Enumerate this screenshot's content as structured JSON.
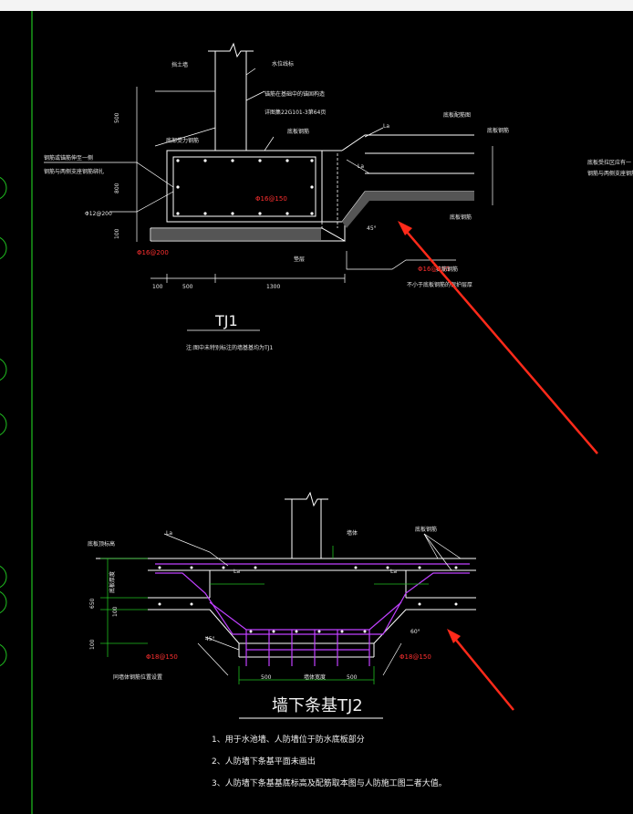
{
  "tj1": {
    "label_top_wall": "挡土墙",
    "label_water_level": "水位线标",
    "label_anchor_note": "锚筋在基础中的锚固构造",
    "label_atlas": "详图集22G101-3第64页",
    "label_side_bar": "底板钢筋",
    "label_bottom_left": "底部受力钢筋",
    "label_left_note_1": "钢筋或锚筋伸至一侧",
    "label_left_note_2": "钢筋与两侧支座钢筋绑扎",
    "label_sheet": "底板配筋图",
    "label_rebar_1": "Φ12@200",
    "label_rebar_red_1": "Φ16@150",
    "label_rebar_red_2": "Φ16@200",
    "label_rebar_red_3": "Φ16@200",
    "label_cushion": "垫层",
    "label_bottom_steel": "底板钢筋",
    "label_top_steel": "底板钢筋",
    "label_la_1": "La",
    "label_la_2": "La",
    "label_angle": "45°",
    "label_not_less": "不小于底板钢筋的保护层厚",
    "label_tie": "拉筋钢筋",
    "label_right_note_1": "底板受拉区应有一",
    "label_right_note_2": "钢筋与两侧支座钢筋",
    "dim_500_v": "500",
    "dim_800": "800",
    "dim_100_v": "100",
    "dim_100_h": "100",
    "dim_500_h": "500",
    "dim_1300": "1300",
    "title": "TJ1",
    "note": "注:图中未特别标注的墙基基均为TJ1"
  },
  "tj2": {
    "label_water": "底板顶标高",
    "label_wall": "墙体",
    "label_bottom_steel": "底板钢筋",
    "label_side": "底板厚度",
    "label_la_1": "La",
    "label_la_2": "La",
    "label_la_3": "La",
    "dim_650": "650",
    "dim_100": "100",
    "dim_100b": "100",
    "label_rebar_red_1": "Φ18@150",
    "label_rebar_red_2": "Φ18@150",
    "label_angle_1": "45°",
    "label_angle_2": "60°",
    "label_bottom_note": "同墙体钢筋位置设置",
    "dim_500_l": "500",
    "dim_wall": "墙体宽度",
    "dim_500_r": "500",
    "title": "墙下条基TJ2",
    "notes": [
      "1、用于水池墙、人防墙位于防水底板部分",
      "2、人防墙下条基平面未画出",
      "3、人防墙下条基基底标高及配筋取本图与人防施工图二者大值。"
    ]
  },
  "colors": {
    "background": "#000000",
    "line": "#ffffff",
    "magenta": "#c040ff",
    "green": "#20c020",
    "red": "#ff3030",
    "arrow": "#ff2a1a"
  }
}
